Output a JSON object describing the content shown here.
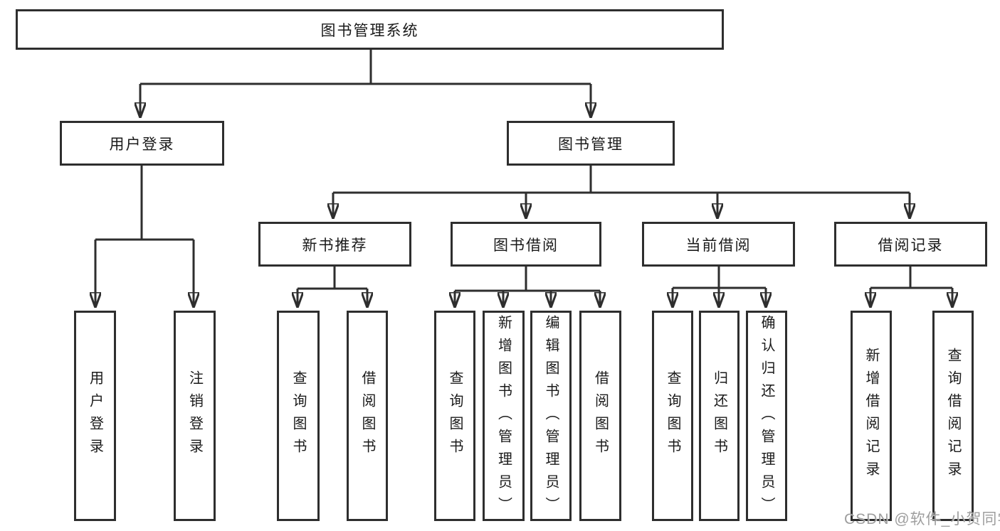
{
  "colors": {
    "background": "#ffffff",
    "line": "#2e2e2e",
    "text": "#1a1a1a",
    "watermark": "#949494"
  },
  "watermark": {
    "text": "CSDN @软件_小贺同学"
  },
  "tree": {
    "root": {
      "label": "图书管理系统"
    },
    "level2": [
      {
        "label": "用户登录",
        "parent": "图书管理系统"
      },
      {
        "label": "图书管理",
        "parent": "图书管理系统"
      }
    ],
    "level3": [
      {
        "label": "新书推荐",
        "parent": "图书管理"
      },
      {
        "label": "图书借阅",
        "parent": "图书管理"
      },
      {
        "label": "当前借阅",
        "parent": "图书管理"
      },
      {
        "label": "借阅记录",
        "parent": "图书管理"
      }
    ],
    "level4": [
      {
        "label": "用户登录",
        "parent": "用户登录"
      },
      {
        "label": "注销登录",
        "parent": "用户登录"
      },
      {
        "label": "查询图书",
        "parent": "新书推荐"
      },
      {
        "label": "借阅图书",
        "parent": "新书推荐"
      },
      {
        "label": "查询图书",
        "parent": "图书借阅"
      },
      {
        "label": "新增图书（管理员）",
        "parent": "图书借阅"
      },
      {
        "label": "编辑图书（管理员）",
        "parent": "图书借阅"
      },
      {
        "label": "借阅图书",
        "parent": "图书借阅"
      },
      {
        "label": "查询图书",
        "parent": "当前借阅"
      },
      {
        "label": "归还图书",
        "parent": "当前借阅"
      },
      {
        "label": "确认归还（管理员）",
        "parent": "当前借阅"
      },
      {
        "label": "新增借阅记录",
        "parent": "借阅记录"
      },
      {
        "label": "查询借阅记录",
        "parent": "借阅记录"
      }
    ]
  }
}
